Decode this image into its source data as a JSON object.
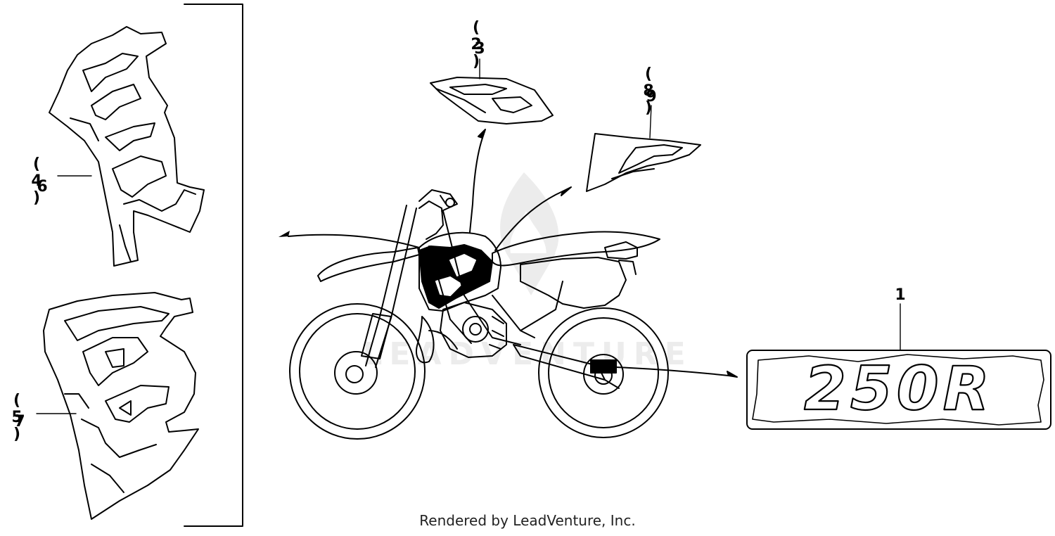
{
  "callouts": {
    "c2": "( 2 )",
    "c3": "3",
    "c8": "( 8 )",
    "c9": "9",
    "c4": "( 4 )",
    "c6": "6",
    "c5": "( 5 )",
    "c7": "7",
    "c1": "1"
  },
  "footer": "Rendered by LeadVenture, Inc.",
  "watermark": "LEADVENTURE",
  "decal_text": "250R"
}
